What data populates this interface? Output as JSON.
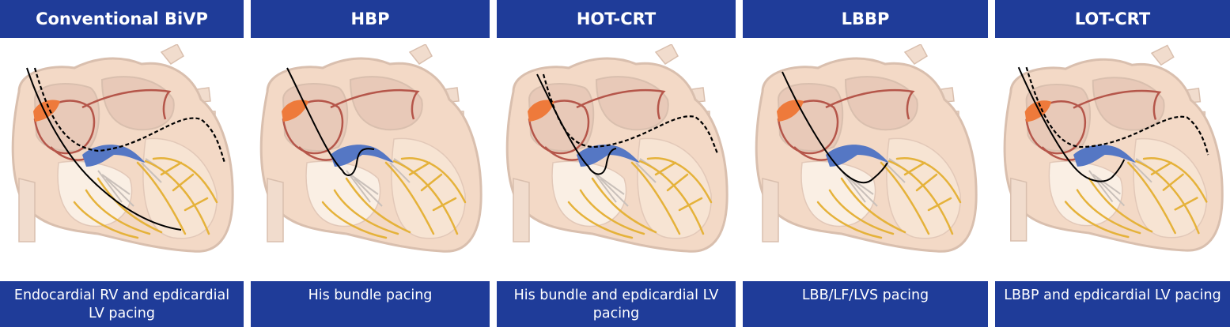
{
  "panels": [
    {
      "title": "Conventional BiVP",
      "caption": "Endocardial RV and epdicardial LV pacing"
    },
    {
      "title": "HBP",
      "caption": "His bundle pacing"
    },
    {
      "title": "HOT-CRT",
      "caption": "His bundle and epdicardial LV pacing"
    },
    {
      "title": "LBBP",
      "caption": "LBB/LF/LVS pacing"
    },
    {
      "title": "LOT-CRT",
      "caption": "LBBP and epdicardial LV pacing"
    }
  ],
  "colors": {
    "banner": "#1f3c99",
    "heart_fill": "#f3d9c6",
    "chamber": "#e8c9b8",
    "vessel": "#b5564a",
    "sinus_node": "#ee7a3b",
    "his_bundle": "#5577c4",
    "purkinje": "#e5b23a",
    "lead": "#000000"
  }
}
